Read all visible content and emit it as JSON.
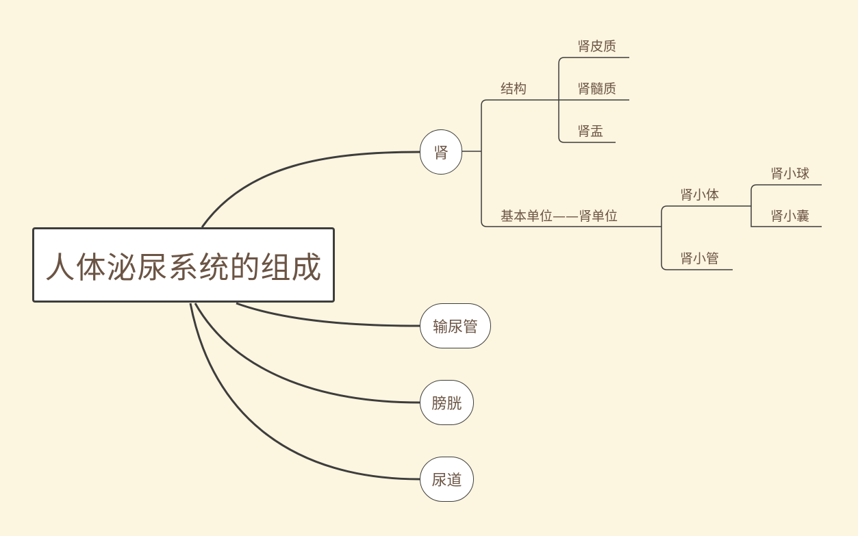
{
  "root": {
    "label": "人体泌尿系统的组成"
  },
  "topics": {
    "kidney": "肾",
    "ureter": "输尿管",
    "bladder": "膀胱",
    "urethra": "尿道"
  },
  "kidney": {
    "structure": {
      "label": "结构",
      "children": [
        "肾皮质",
        "肾髓质",
        "肾盂"
      ]
    },
    "unit": {
      "label": "基本单位——肾单位",
      "corpuscle": {
        "label": "肾小体",
        "children": [
          "肾小球",
          "肾小囊"
        ]
      },
      "tubule": {
        "label": "肾小管"
      }
    }
  },
  "colors": {
    "background": "#fcf5df",
    "line": "#3d3d3d",
    "text": "#6b5444",
    "node_fill": "#ffffff"
  }
}
